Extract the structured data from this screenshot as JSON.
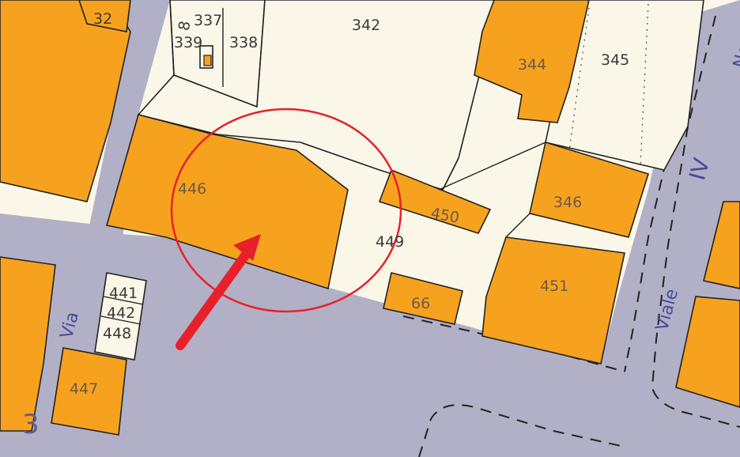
{
  "parcels": {
    "p32": "32",
    "p8": "8",
    "p337": "337",
    "p339": "339",
    "p338": "338",
    "p342": "342",
    "p344": "344",
    "p345": "345",
    "p446": "446",
    "p450": "450",
    "p346": "346",
    "p449": "449",
    "p451": "451",
    "p441": "441",
    "p442": "442",
    "p448": "448",
    "p66": "66",
    "p447": "447",
    "p3": "3"
  },
  "streets": {
    "via": "Via",
    "viale": "Viale",
    "iv": "IV",
    "nov": "Nov"
  },
  "colors": {
    "building": "#f7a21e",
    "lot": "#fbf7e8",
    "road": "#b2b0c6",
    "highlight": "#e8202a"
  }
}
